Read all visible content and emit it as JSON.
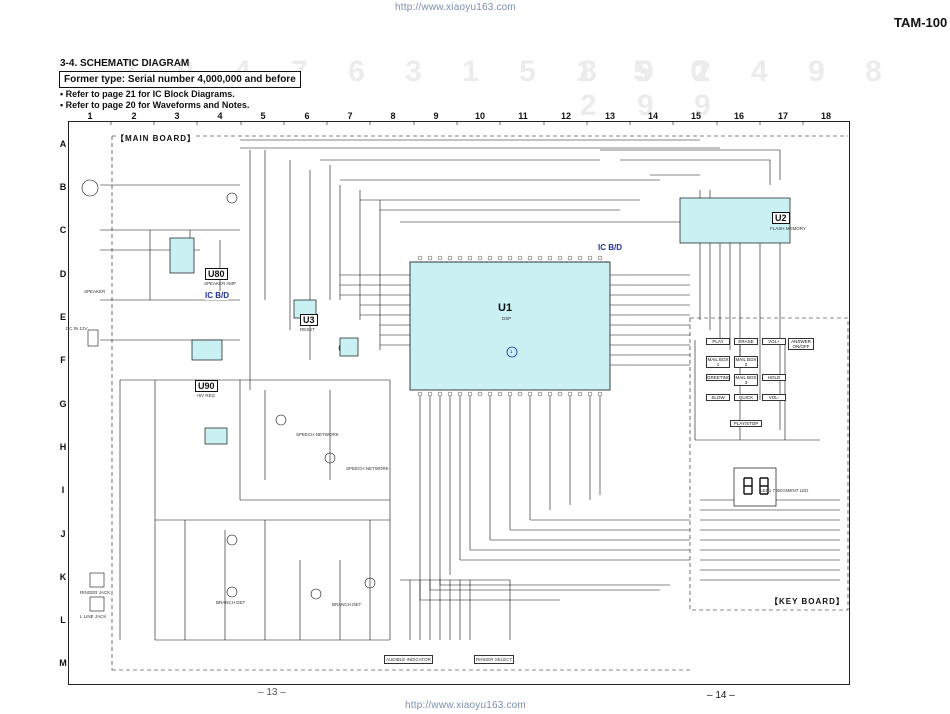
{
  "header": {
    "url_top": "http://www.xiaoyu163.com",
    "model": "TAM-100"
  },
  "title_block": {
    "section_title": "3-4. SCHEMATIC DIAGRAM",
    "former_type": "Former type: Serial number 4,000,000 and before",
    "notes": [
      "• Refer to page 21 for IC Block Diagrams.",
      "• Refer to page 20 for Waveforms and Notes."
    ],
    "watermark_digits_left": "2 9 4 7 6 3 1 5 1 5 0",
    "watermark_digits_right": "8 9 2 4 9 8 2 9 9"
  },
  "grid": {
    "columns": [
      "1",
      "2",
      "3",
      "4",
      "5",
      "6",
      "7",
      "8",
      "9",
      "10",
      "11",
      "12",
      "13",
      "14",
      "15",
      "16",
      "17",
      "18"
    ],
    "rows": [
      "A",
      "B",
      "C",
      "D",
      "E",
      "F",
      "G",
      "H",
      "I",
      "J",
      "K",
      "L",
      "M"
    ]
  },
  "schematic": {
    "main_board": "【MAIN BOARD】",
    "key_board": "【KEY BOARD】",
    "ic_bd_labels": [
      "IC B/D",
      "IC B/D"
    ],
    "u1": {
      "ref": "U1",
      "name": "DSP"
    },
    "u2": {
      "ref": "U2",
      "name": "FLASH MEMORY"
    },
    "u3": {
      "ref": "U3",
      "name": "RESET"
    },
    "u80": {
      "ref": "U80",
      "name": "SPEAKER AMP"
    },
    "u90": {
      "ref": "U90",
      "name": "+5V REG"
    },
    "dc_in": "DC IN 12V",
    "ringer_jack": "RINGER JACK",
    "line_jack": "L LINE JACK",
    "speaker": "SPEAKER",
    "sw_labels": [
      "AUDIBLE INDICATOR",
      "RINGER SELECT"
    ],
    "network_labels": [
      "SPEECH NETWORK",
      "SPEECH NETWORK",
      "BRANCH DET",
      "BRANCH DET"
    ],
    "key_labels": [
      "PLAY",
      "ERASE",
      "MAIL BOX 1",
      "MAIL BOX 2",
      "GREETING",
      "MAIL BOX 3",
      "HOLD",
      "SLOW",
      "QUICK",
      "VOL+",
      "VOL-",
      "PLAY/STOP",
      "ANSWER ON/OFF"
    ],
    "led_label": "LED1 7 SEGMENT LED",
    "marker": "1"
  },
  "footer": {
    "page_left": "– 13 –",
    "page": "– 14 –",
    "url_bottom": "http://www.xiaoyu163.com"
  },
  "colors": {
    "line": "#111111",
    "ic_fill": "#c9f1f3",
    "blue_label": "#2030a0",
    "watermark": "#ececec"
  }
}
